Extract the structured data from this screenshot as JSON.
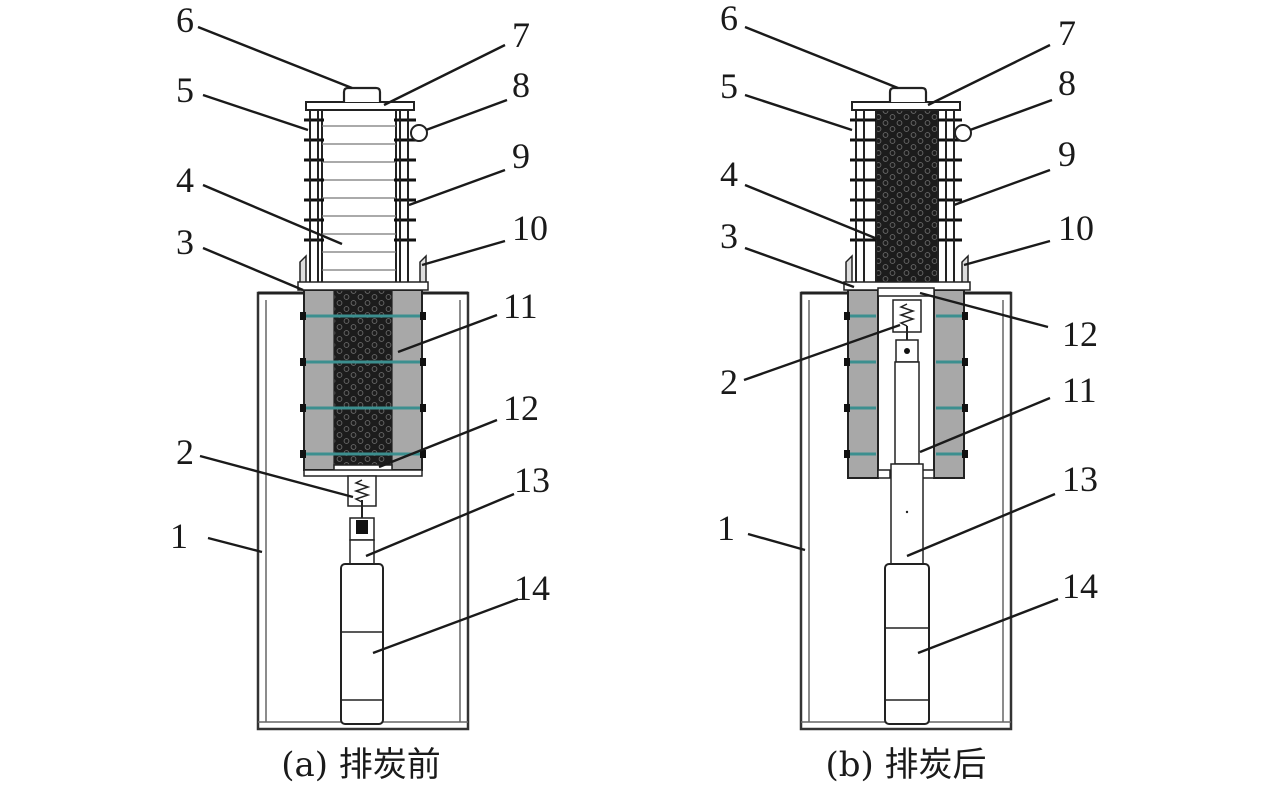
{
  "panels": [
    {
      "id": "a",
      "caption": "(a) 排炭前",
      "labels": [
        "1",
        "2",
        "3",
        "4",
        "5",
        "6",
        "7",
        "8",
        "9",
        "10",
        "11",
        "12",
        "13",
        "14"
      ]
    },
    {
      "id": "b",
      "caption": "(b) 排炭后",
      "labels": [
        "1",
        "2",
        "3",
        "4",
        "5",
        "6",
        "7",
        "8",
        "9",
        "10",
        "11",
        "12",
        "13",
        "14"
      ]
    }
  ],
  "colors": {
    "line": "#1a1a1a",
    "sleeve_gray": "#a8a8a8",
    "charcoal": "#1c1c1c",
    "band_teal": "#3c8f8f",
    "frame": "#333333"
  }
}
